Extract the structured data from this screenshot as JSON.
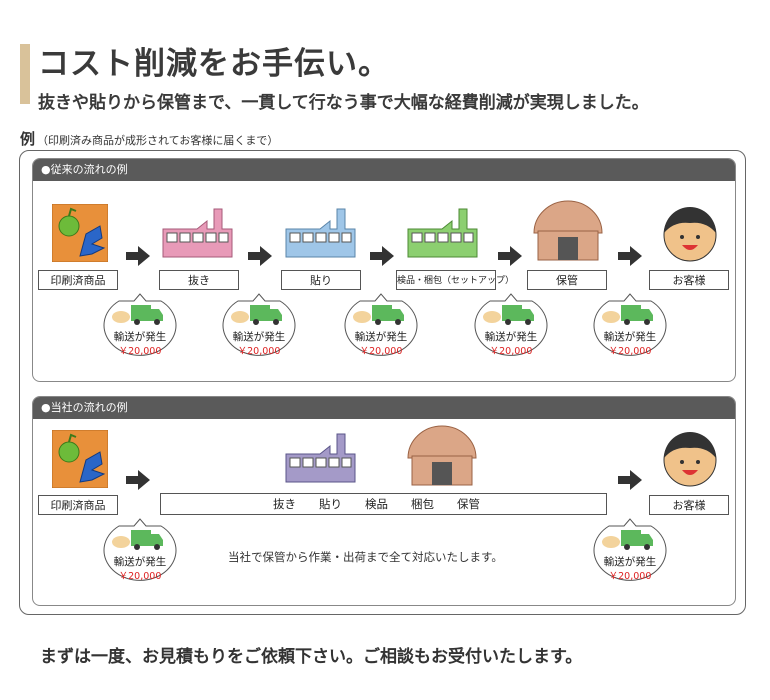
{
  "title": "コスト削減をお手伝い。",
  "subtitle": "抜きや貼りから保管まで、一貫して行なう事で大幅な経費削減が実現しました。",
  "example": {
    "label": "例",
    "note": "（印刷済み商品が成形されてお客様に届くまで）"
  },
  "colors": {
    "title_accent": "#d9c29a",
    "panel_header": "#5a5a5a",
    "price": "#dd2222",
    "truck": "#5cb85c",
    "factory_pink": "#e89ab8",
    "factory_blue": "#9fc6e8",
    "factory_green": "#8ccf70",
    "factory_purple": "#a49ac8",
    "warehouse": "#dba687",
    "printed_bg": "#e8903a"
  },
  "conventional": {
    "heading": "●従来の流れの例",
    "steps": [
      "印刷済商品",
      "抜き",
      "貼り",
      "検品・梱包（セットアップ）",
      "保管",
      "お客様"
    ],
    "transport": {
      "label": "輸送が発生",
      "cost": "￥20,000"
    }
  },
  "ours": {
    "heading": "●当社の流れの例",
    "start": "印刷済商品",
    "combined_steps": [
      "抜き",
      "貼り",
      "検品",
      "梱包",
      "保管"
    ],
    "end": "お客様",
    "transport": {
      "label": "輸送が発生",
      "cost": "￥20,000"
    },
    "note": "当社で保管から作業・出荷まで全て対応いたします。"
  },
  "footer": "まずは一度、お見積もりをご依頼下さい。ご相談もお受付いたします。"
}
